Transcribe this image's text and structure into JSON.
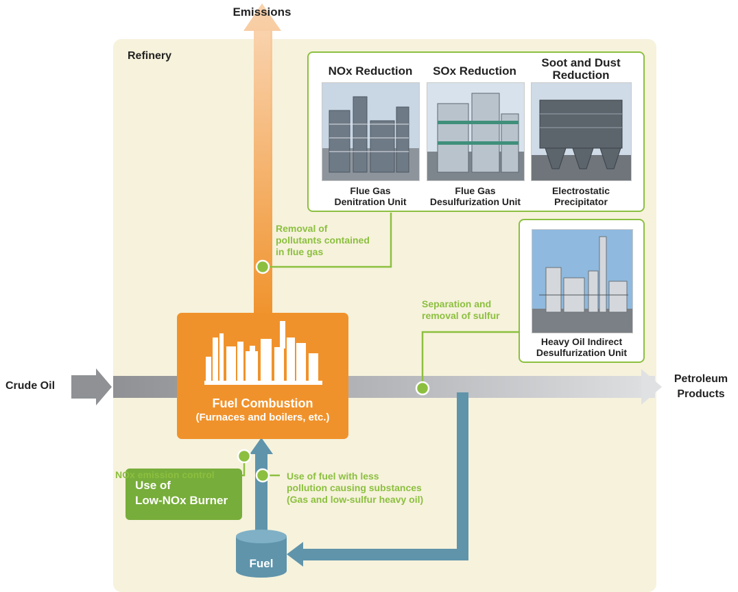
{
  "labels": {
    "emissions": "Emissions",
    "refinery": "Refinery",
    "crude_oil": "Crude Oil",
    "petroleum_products_line1": "Petroleum",
    "petroleum_products_line2": "Products",
    "fuel": "Fuel"
  },
  "combustion": {
    "title": "Fuel Combustion",
    "subtitle": "(Furnaces and boilers, etc.)"
  },
  "units_panel": {
    "nox_title": "NOx Reduction",
    "sox_title": "SOx Reduction",
    "soot_title_line1": "Soot and Dust",
    "soot_title_line2": "Reduction",
    "nox_caption_line1": "Flue Gas",
    "nox_caption_line2": "Denitration Unit",
    "sox_caption_line1": "Flue Gas",
    "sox_caption_line2": "Desulfurization Unit",
    "soot_caption_line1": "Electrostatic",
    "soot_caption_line2": "Precipitator"
  },
  "heavy_oil_panel": {
    "caption_line1": "Heavy Oil Indirect",
    "caption_line2": "Desulfurization Unit"
  },
  "annotations": {
    "removal_line1": "Removal of",
    "removal_line2": "pollutants contained",
    "removal_line3": "in flue gas",
    "separation_line1": "Separation and",
    "separation_line2": "removal of sulfur",
    "nox_control": "NOx emission control",
    "fuel_use_line1": "Use of fuel with less",
    "fuel_use_line2": "pollution causing substances",
    "fuel_use_line3": "(Gas and low-sulfur heavy oil)"
  },
  "low_nox_box": {
    "line1": "Use of",
    "line2": "Low-NOx Burner"
  },
  "colors": {
    "refinery_bg": "#f6f2dc",
    "orange": "#f0922b",
    "orange_light": "#f8c9a0",
    "green": "#8cbf3f",
    "green_box": "#77ad3a",
    "blue": "#5f94ab",
    "gray_arrow": "#9a9ca0"
  }
}
